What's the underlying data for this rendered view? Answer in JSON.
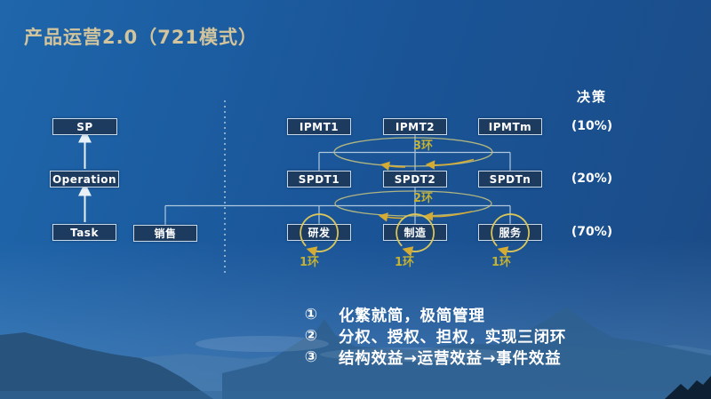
{
  "slide": {
    "title": "产品运营2.0（721模式）"
  },
  "colors": {
    "sky_top": "#1f66ab",
    "sky_deep": "#1b4b86",
    "title_gold": "#d2c49c",
    "ring_gold": "#c3b133",
    "loop_stroke": "#cbc57d",
    "loop_arrow_gold": "#d4ab33",
    "box_fill": "#1d3a5f",
    "box_border": "#c9d9e7",
    "connector": "#b9cfe0",
    "text_white": "#ffffff"
  },
  "left_chain": {
    "sp": "SP",
    "operation": "Operation",
    "task": "Task",
    "sales": "销售"
  },
  "matrix": {
    "ipmt1": "IPMT1",
    "ipmt2": "IPMT2",
    "ipmtm": "IPMTm",
    "spdt1": "SPDT1",
    "spdt2": "SPDT2",
    "spdtn": "SPDTn",
    "rnd": "研发",
    "mfg": "制造",
    "svc": "服务"
  },
  "rings": {
    "ring3": "3环",
    "ring2": "2环",
    "ring1": "1环"
  },
  "decision": {
    "header": "决策",
    "pct_top": "(10%)",
    "pct_mid": "(20%)",
    "pct_bottom": "(70%)"
  },
  "notes": [
    {
      "num": "①",
      "text": "化繁就简，极简管理"
    },
    {
      "num": "②",
      "text": "分权、授权、担权，实现三闭环"
    },
    {
      "num": "③",
      "text": "结构效益→运营效益→事件效益"
    }
  ]
}
